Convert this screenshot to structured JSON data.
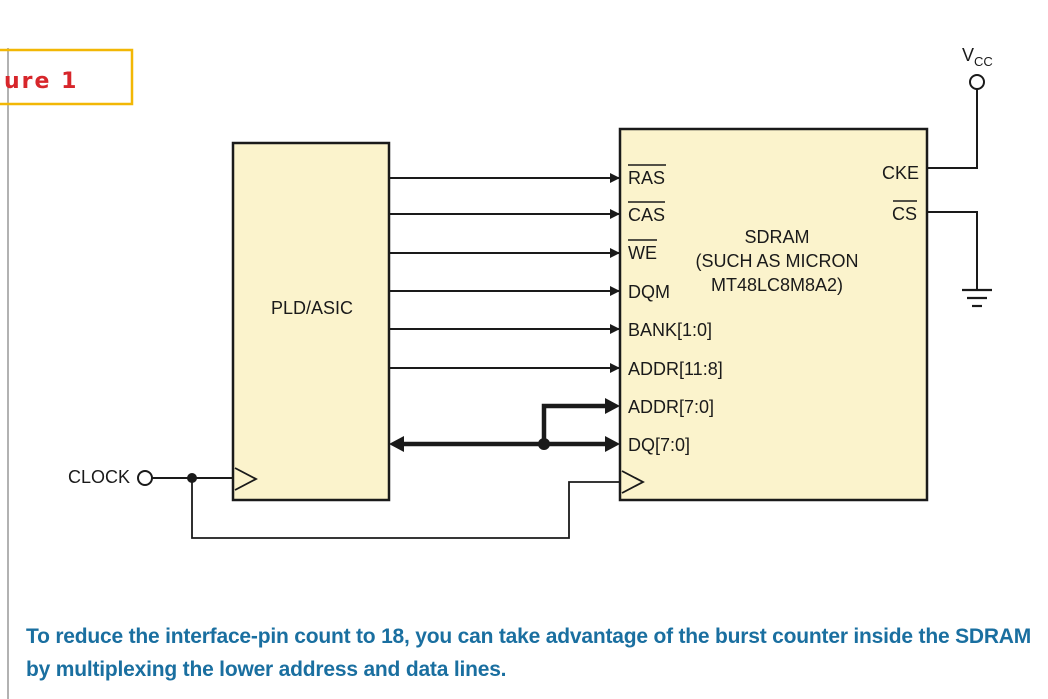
{
  "figure": {
    "label": "ure 1",
    "border_color": "#f2b705",
    "label_color": "#d7262b"
  },
  "blocks": {
    "pld": {
      "label": "PLD/ASIC",
      "fill": "#fbf3cc"
    },
    "sdram": {
      "lines": [
        "SDRAM",
        "(SUCH AS MICRON",
        "MT48LC8M8A2)"
      ],
      "fill": "#fbf3cc"
    }
  },
  "signals": {
    "ras": "RAS",
    "cas": "CAS",
    "we": "WE",
    "dqm": "DQM",
    "bank": "BANK[1:0]",
    "addr_hi": "ADDR[11:8]",
    "addr_lo": "ADDR[7:0]",
    "dq": "DQ[7:0]",
    "cke": "CKE",
    "cs": "CS",
    "clock": "CLOCK",
    "vcc_main": "V",
    "vcc_sub": "CC"
  },
  "caption": "To reduce the interface-pin count to 18, you can take advantage of the burst counter inside the SDRAM by multiplexing the lower address and data lines.",
  "colors": {
    "caption": "#1a6fa0",
    "wire": "#1a1a1a"
  }
}
